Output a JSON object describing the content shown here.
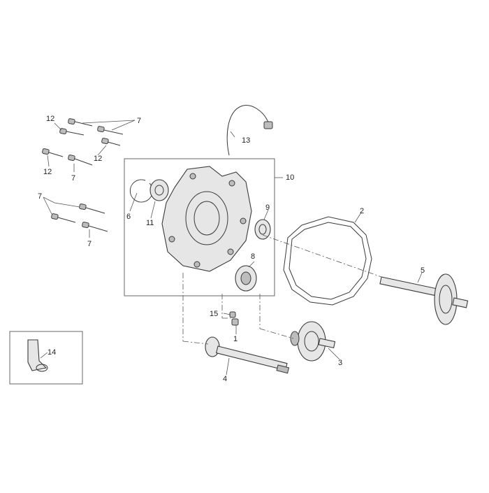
{
  "callouts": {
    "c1": "1",
    "c2": "2",
    "c3": "3",
    "c4": "4",
    "c5": "5",
    "c6": "6",
    "c7a": "7",
    "c7b": "7",
    "c7c": "7",
    "c7d": "7",
    "c8": "8",
    "c9": "9",
    "c10": "10",
    "c11": "11",
    "c12a": "12",
    "c12b": "12",
    "c12c": "12",
    "c13": "13",
    "c14": "14",
    "c15": "15"
  }
}
